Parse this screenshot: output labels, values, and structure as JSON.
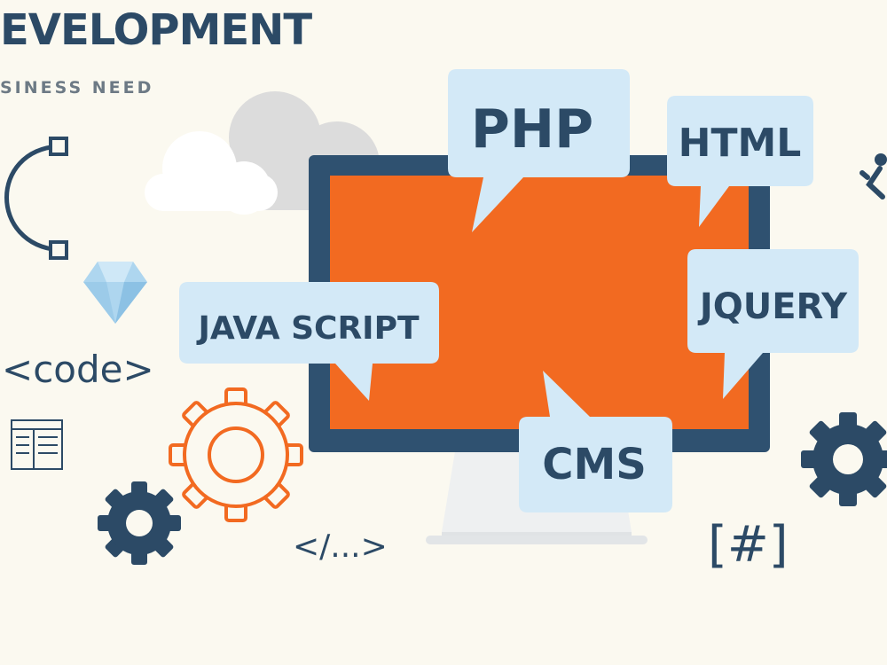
{
  "header": {
    "title": "EVELOPMENT",
    "subtitle": "SINESS NEED"
  },
  "bubbles": {
    "php": "PHP",
    "html": "HTML",
    "javascript": "JAVA SCRIPT",
    "jquery": "JQUERY",
    "cms": "CMS"
  },
  "symbols": {
    "code_tag": "<code>",
    "closing_tag": "</...>",
    "hash": "[#]"
  },
  "colors": {
    "navy": "#2c4a66",
    "orange": "#f26a21",
    "bubble": "#d3e9f7",
    "background": "#fbf9f0"
  }
}
